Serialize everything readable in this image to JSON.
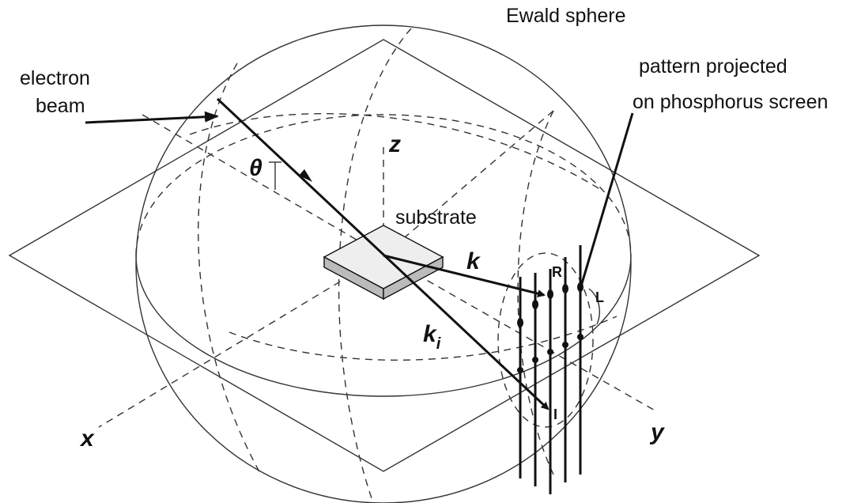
{
  "labels": {
    "ewald_sphere": "Ewald sphere",
    "electron_beam_line1": "electron",
    "electron_beam_line2": "beam",
    "pattern_line1": "pattern projected",
    "pattern_line2": "on phosphorus screen",
    "substrate": "substrate",
    "axis_x": "x",
    "axis_y": "y",
    "axis_z": "z",
    "theta": "θ",
    "k": "k",
    "ki_main": "k",
    "ki_sub": "i",
    "R": "R",
    "L": "L",
    "I": "I"
  },
  "colors": {
    "line": "#111111",
    "thin_line": "#333333",
    "substrate_top": "#eeeeee",
    "substrate_side": "#bbbbbb",
    "background": "#ffffff"
  }
}
